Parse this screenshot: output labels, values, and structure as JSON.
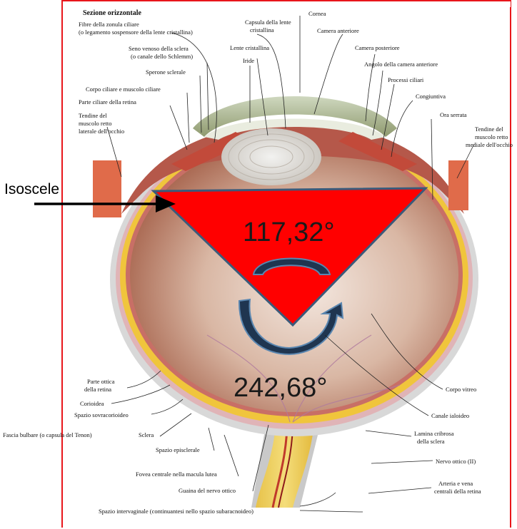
{
  "title": "Sezione orizzontale",
  "annotations": {
    "isosceles_label": "Isoscele",
    "inner_angle": "117,32°",
    "outer_angle": "242,68°"
  },
  "labels": {
    "fibre_zonula_1": "Fibre della zonula ciliare",
    "fibre_zonula_2": "(o legamento sospensore della lente cristallina)",
    "capsula_1": "Capsula della lente",
    "capsula_2": "cristallina",
    "cornea": "Cornea",
    "camera_anteriore": "Camera anteriore",
    "seno_venoso_1": "Seno venoso della sclera",
    "seno_venoso_2": "(o canale dello Schlemm)",
    "lente_cristallina": "Lente cristallina",
    "camera_posteriore": "Camera posteriore",
    "iride": "Iride",
    "angolo_camera": "Angolo della camera anteriore",
    "sperone_sclerale": "Sperone sclerale",
    "processi_ciliari": "Processi ciliari",
    "corpo_ciliare": "Corpo ciliare e muscolo ciliare",
    "congiuntiva": "Congiuntiva",
    "parte_ciliare_retina": "Parte ciliare della retina",
    "ora_serrata": "Ora serrata",
    "tendine_lat_1": "Tendine del",
    "tendine_lat_2": "muscolo retto",
    "tendine_lat_3": "laterale dell'occhio",
    "tendine_med_1": "Tendine del",
    "tendine_med_2": "muscolo retto",
    "tendine_med_3": "mediale dell'occhio",
    "parte_ottica_1": "Parte ottica",
    "parte_ottica_2": "della retina",
    "corioidea": "Corioidea",
    "spazio_sovracorioideo": "Spazio sovracorioideo",
    "sclera": "Sclera",
    "fascia_bulbare": "Fascia bulbare (o capsula del Tenon)",
    "spazio_episclerale": "Spazio episclerale",
    "fovea": "Fovea centrale nella macula lutea",
    "guaina": "Guaina del nervo ottico",
    "spazio_intervaginale": "Spazio intervaginale (continuantesi nello spazio subaracnoideo)",
    "corpo_vitreo": "Corpo vitreo",
    "canale_ialoideo": "Canale ialoideo",
    "lamina_cribrosa_1": "Lamina cribrosa",
    "lamina_cribrosa_2": "della sclera",
    "nervo_ottico": "Nervo ottico (II)",
    "arteria_vena_1": "Arteria e vena",
    "arteria_vena_2": "centrali della retina"
  },
  "colors": {
    "frame": "#e8161b",
    "triangle_fill": "#ff0000",
    "triangle_stroke": "#3b5a7a",
    "arc_fill": "#1f3550",
    "arc_stroke": "#5a86b0"
  }
}
